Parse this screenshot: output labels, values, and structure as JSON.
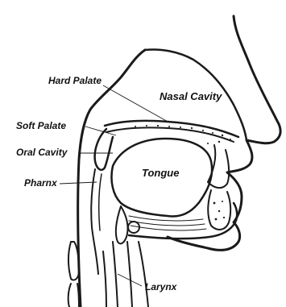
{
  "labels": {
    "hard_palate": "Hard Palate",
    "nasal_cavity": "Nasal Cavity",
    "soft_palate": "Soft Palate",
    "oral_cavity": "Oral Cavity",
    "pharnx": "Pharnx",
    "tongue": "Tongue",
    "larynx": "Larynx"
  },
  "colors": {
    "ink": "#1a1a1a",
    "background": "#ffffff"
  }
}
